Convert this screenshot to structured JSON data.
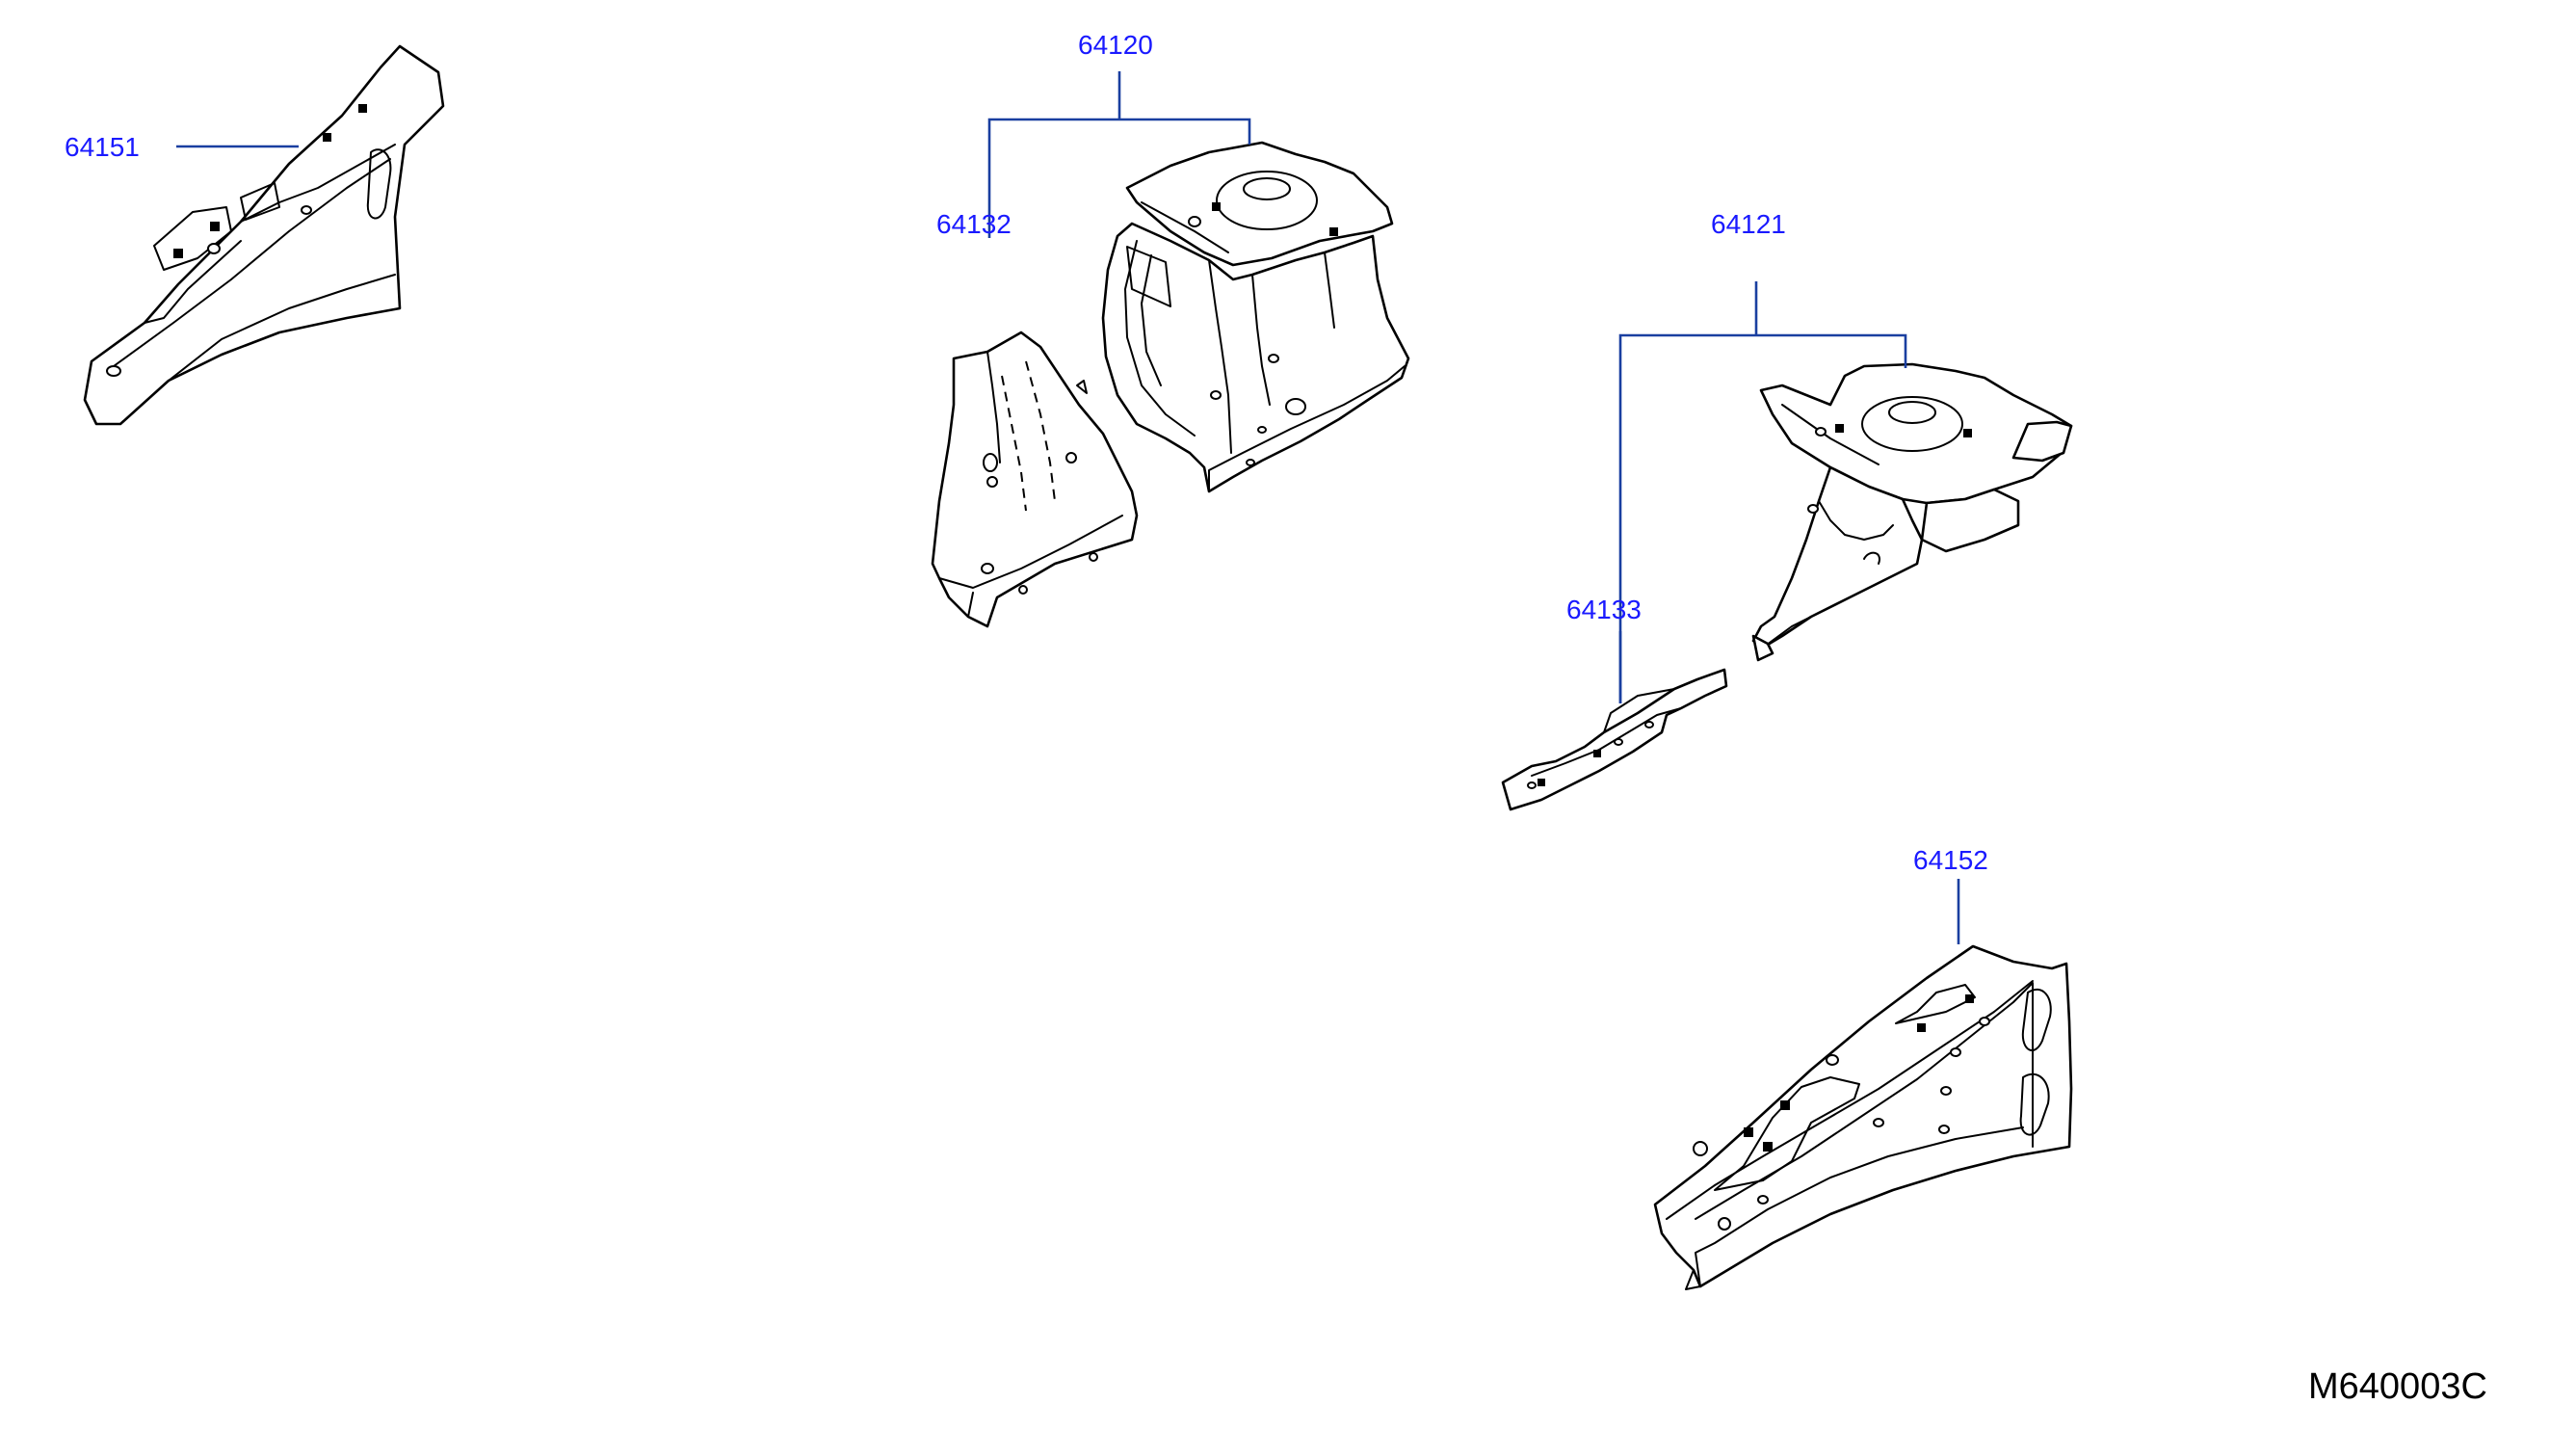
{
  "colors": {
    "callout": "#1a1aff",
    "leader": "#1a3fa0",
    "line": "#000000"
  },
  "callouts": {
    "p64151": "64151",
    "p64120": "64120",
    "p64132": "64132",
    "p64121": "64121",
    "p64133": "64133",
    "p64152": "64152"
  },
  "drawing_code": "M640003C"
}
